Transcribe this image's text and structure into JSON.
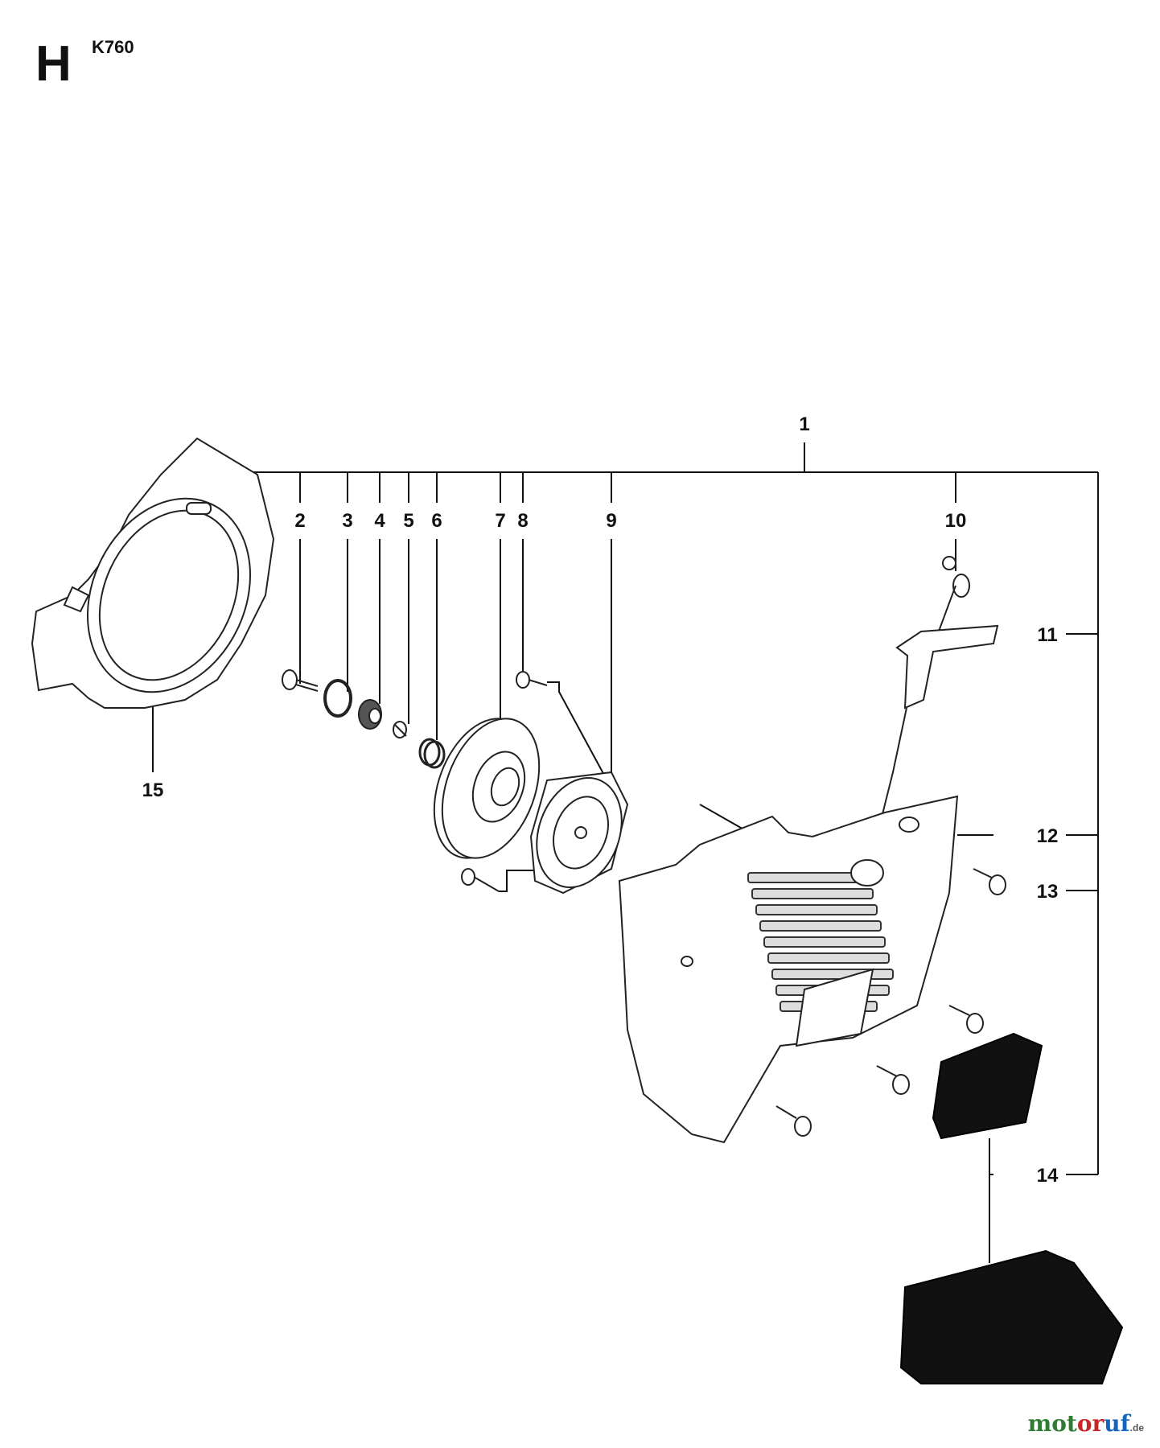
{
  "header": {
    "section_letter": "H",
    "model": "K760"
  },
  "callouts": [
    {
      "id": "c1",
      "label": "1"
    },
    {
      "id": "c2",
      "label": "2"
    },
    {
      "id": "c3",
      "label": "3"
    },
    {
      "id": "c4",
      "label": "4"
    },
    {
      "id": "c5",
      "label": "5"
    },
    {
      "id": "c6",
      "label": "6"
    },
    {
      "id": "c7",
      "label": "7"
    },
    {
      "id": "c8",
      "label": "8"
    },
    {
      "id": "c9",
      "label": "9"
    },
    {
      "id": "c10",
      "label": "10"
    },
    {
      "id": "c11",
      "label": "11"
    },
    {
      "id": "c12",
      "label": "12"
    },
    {
      "id": "c13",
      "label": "13"
    },
    {
      "id": "c14",
      "label": "14"
    },
    {
      "id": "c15",
      "label": "15"
    }
  ],
  "watermark": {
    "part1": "mot",
    "part2": "or",
    "part3": "uf",
    "suffix": ".de"
  }
}
